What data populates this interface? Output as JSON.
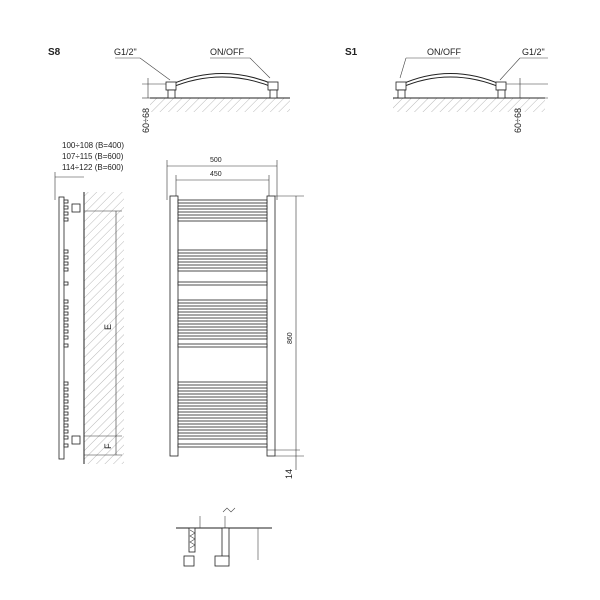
{
  "variants": {
    "s8": {
      "label": "S8",
      "thread": "G1/2\"",
      "valve": "ON/OFF",
      "height_range": "60÷68"
    },
    "s1": {
      "label": "S1",
      "thread": "G1/2\"",
      "valve": "ON/OFF",
      "height_range": "60÷68"
    }
  },
  "side_view": {
    "depth_notes": [
      "100÷108 (B=400)",
      "107÷115 (B=600)",
      "114÷122 (B=600)"
    ],
    "dim_e": "E",
    "dim_f": "F"
  },
  "front_view": {
    "width_outer": "500",
    "width_axis": "450",
    "height": "860",
    "bottom_offset": "14"
  }
}
